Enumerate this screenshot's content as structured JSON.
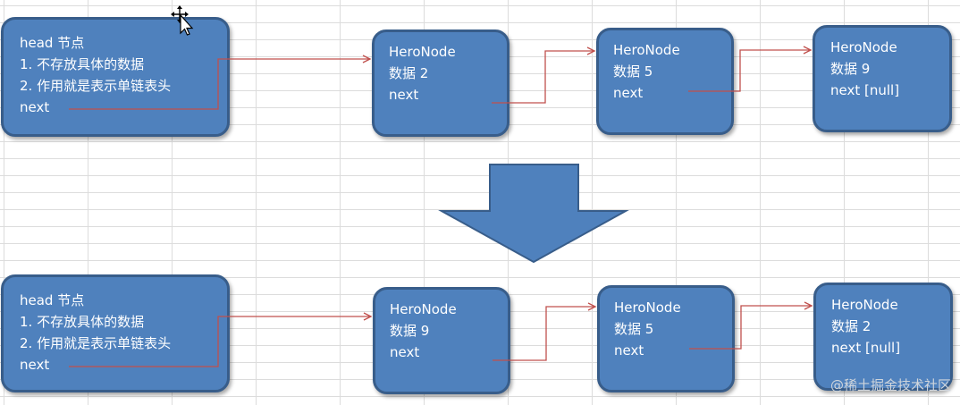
{
  "diagram": {
    "before": {
      "head": {
        "title": "head 节点",
        "line1": "1. 不存放具体的数据",
        "line2": "2. 作用就是表示单链表头",
        "next": "next"
      },
      "nodes": [
        {
          "name": "HeroNode",
          "data": "数据 2",
          "next": "next"
        },
        {
          "name": "HeroNode",
          "data": "数据 5",
          "next": "next"
        },
        {
          "name": "HeroNode",
          "data": "数据 9",
          "next": "next [null]"
        }
      ]
    },
    "after": {
      "head": {
        "title": "head 节点",
        "line1": "1. 不存放具体的数据",
        "line2": "2. 作用就是表示单链表头",
        "next": "next"
      },
      "nodes": [
        {
          "name": "HeroNode",
          "data": "数据 9",
          "next": "next"
        },
        {
          "name": "HeroNode",
          "data": "数据 5",
          "next": "next"
        },
        {
          "name": "HeroNode",
          "data": "数据 2",
          "next": "next [null]"
        }
      ]
    }
  },
  "watermark": "@稀土掘金技术社区",
  "colors": {
    "node_fill": "#4f81bd",
    "node_border": "#385d8a",
    "pointer_line": "#c0504d",
    "grid": "#dcdcdc",
    "node_text": "#ffffff"
  }
}
